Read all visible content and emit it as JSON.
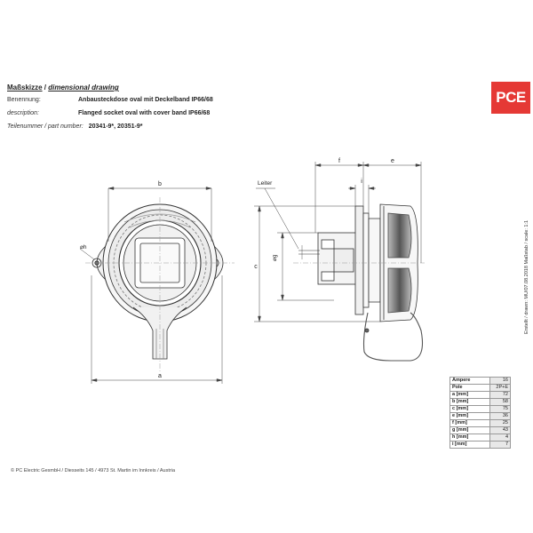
{
  "header": {
    "title_de": "Maßskizze",
    "title_sep": " / ",
    "title_en": "dimensional drawing",
    "rows": [
      {
        "label": "Benennung:",
        "value": "Anbausteckdose oval mit Deckelband IP66/68"
      },
      {
        "label": "description:",
        "value": "Flanged socket oval with cover band IP66/68"
      }
    ],
    "part_label": "Teilenummer / part number:",
    "part_value": "20341-9*, 20351-9*"
  },
  "logo": {
    "text": "PCE",
    "color": "#e53935"
  },
  "drawing": {
    "labels": {
      "b": "b",
      "a": "a",
      "h": "⌀h",
      "f": "f",
      "e": "e",
      "i": "i",
      "c": "c",
      "g": "⌀g",
      "leiter": "Leiter"
    }
  },
  "spec_table": [
    {
      "k": "Ampere",
      "v": "16"
    },
    {
      "k": "Pole",
      "v": "2P+E"
    },
    {
      "k": "a [mm]",
      "v": "72"
    },
    {
      "k": "b [mm]",
      "v": "58"
    },
    {
      "k": "c [mm]",
      "v": "75"
    },
    {
      "k": "e [mm]",
      "v": "36"
    },
    {
      "k": "f [mm]",
      "v": "25"
    },
    {
      "k": "g [mm]",
      "v": "43"
    },
    {
      "k": "h [mm]",
      "v": "4"
    },
    {
      "k": "i [mm]",
      "v": "7"
    }
  ],
  "side_text": "Erstellt / drawn: MU/07.08.2018     Maßstab / scale: 1:1",
  "footer": "© PC Electric GesmbH / Diesseits 145 / 4973 St. Martin im Innkreis / Austria"
}
